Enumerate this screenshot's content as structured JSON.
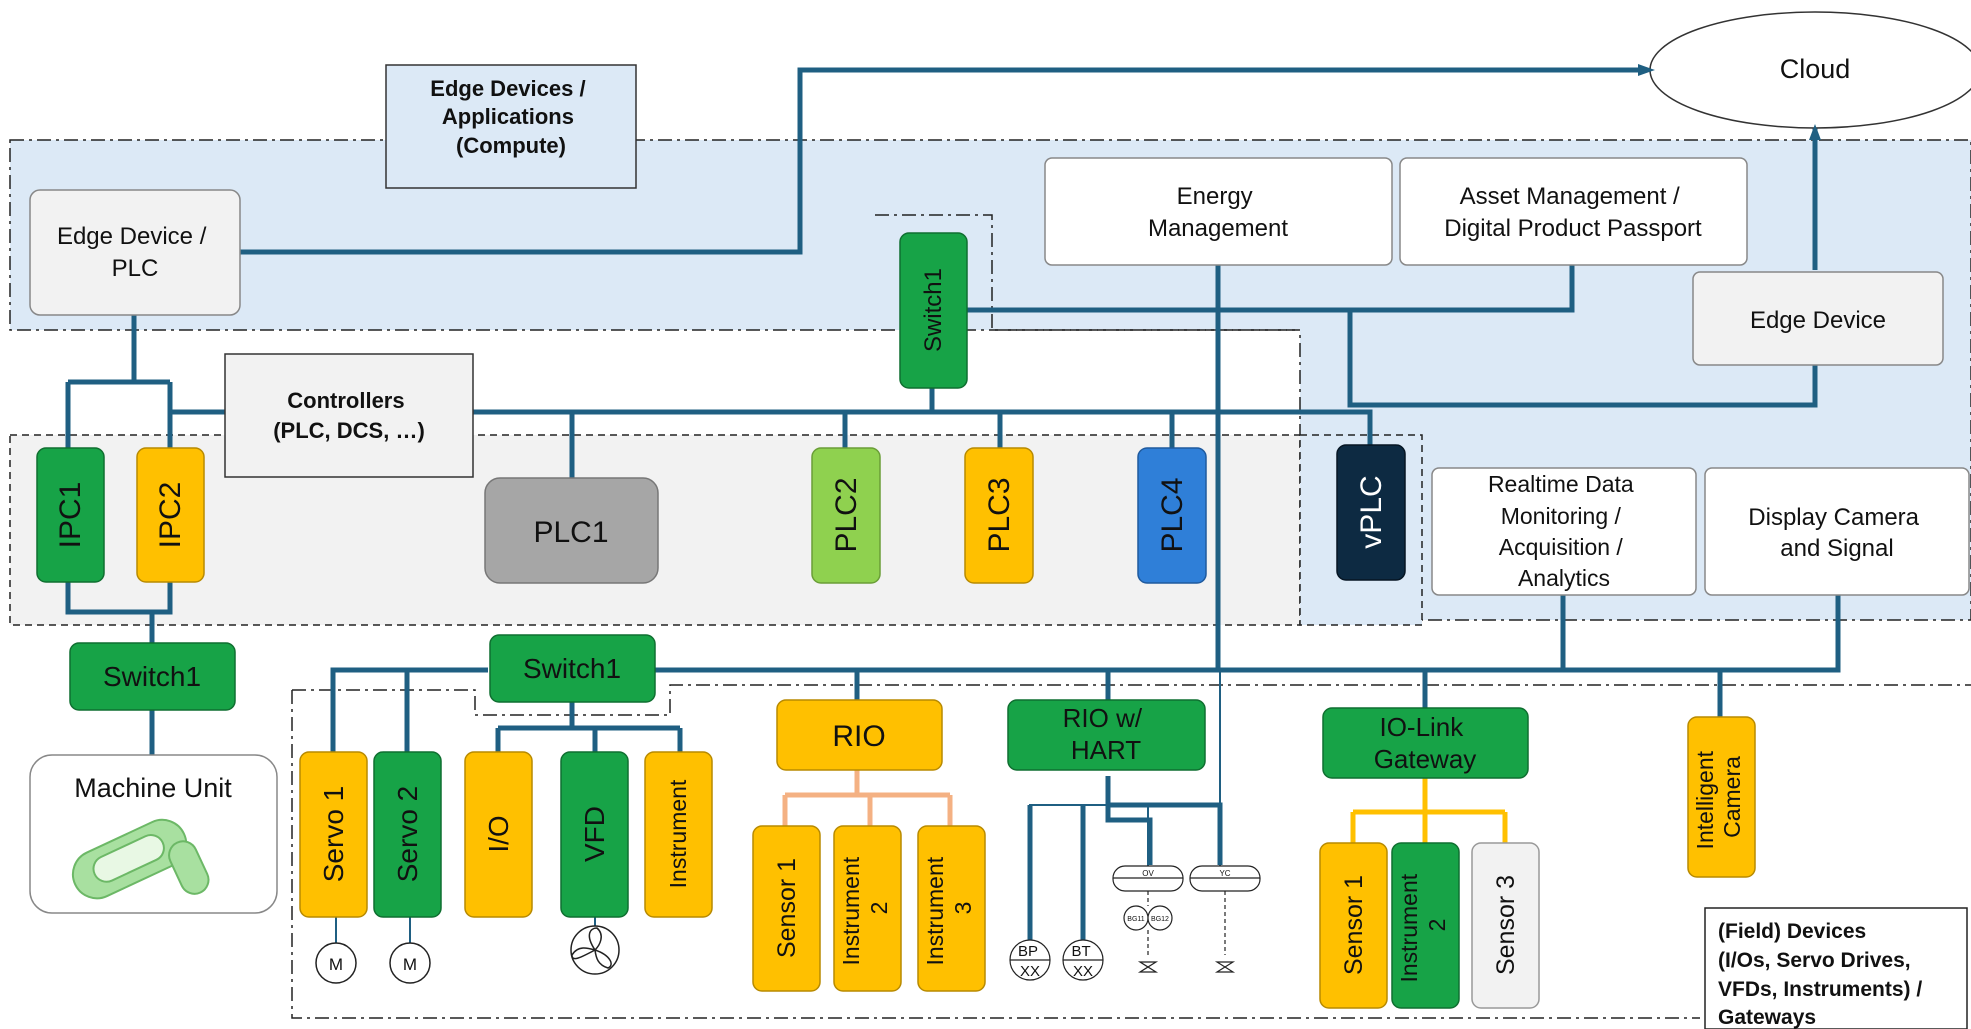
{
  "labels": {
    "cloud": "Cloud",
    "edge_title": [
      "Edge Devices /",
      "Applications",
      "(Compute)"
    ],
    "edge_device_plc": [
      "Edge Device /",
      "PLC"
    ],
    "energy_management": [
      "Energy",
      "Management"
    ],
    "asset_management": [
      "Asset Management /",
      "Digital Product Passport"
    ],
    "edge_device": "Edge Device",
    "controllers_title": [
      "Controllers",
      "(PLC, DCS, …)"
    ],
    "switch_top": "Switch1",
    "ipc1": "IPC1",
    "ipc2": "IPC2",
    "plc1": "PLC1",
    "plc2": "PLC2",
    "plc3": "PLC3",
    "plc4": "PLC4",
    "vplc": "vPLC",
    "realtime": [
      "Realtime Data",
      "Monitoring /",
      "Acquisition /",
      "Analytics"
    ],
    "display_camera": [
      "Display Camera",
      "and Signal"
    ],
    "switch_left": "Switch1",
    "switch_mid": "Switch1",
    "machine_unit": "Machine Unit",
    "servo1": "Servo 1",
    "servo2": "Servo 2",
    "io": "I/O",
    "vfd": "VFD",
    "instrument": "Instrument",
    "rio": "RIO",
    "rio_hart": [
      "RIO w/",
      "HART"
    ],
    "iolink": [
      "IO-Link",
      "Gateway"
    ],
    "intelligent_camera": [
      "Intelligent",
      "Camera"
    ],
    "rio_sensor1": "Sensor 1",
    "rio_instrument2": [
      "Instrument",
      "2"
    ],
    "rio_instrument3": [
      "Instrument",
      "3"
    ],
    "io_sensor1": "Sensor 1",
    "io_instrument2": [
      "Instrument",
      "2"
    ],
    "io_sensor3": "Sensor 3",
    "motor": "M",
    "bp": [
      "BP",
      "XX"
    ],
    "bt": [
      "BT",
      "XX"
    ],
    "ov": "OV",
    "yc": "YC",
    "bg11": "BG11",
    "bg12": "BG12",
    "field_devices": [
      "(Field) Devices",
      "(I/Os, Servo Drives,",
      "VFDs, Instruments) /",
      "Gateways"
    ]
  },
  "colors": {
    "line": "#1f5f82",
    "green": "#17a347",
    "yellow": "#ffc000",
    "light_green": "#8fd14f",
    "grey": "#a6a6a6",
    "blue": "#2f7fd8",
    "navy": "#0d2a42",
    "salmon": "#f4b183",
    "edge_zone": "#dce9f6",
    "controller_zone": "#f2f2f2"
  }
}
